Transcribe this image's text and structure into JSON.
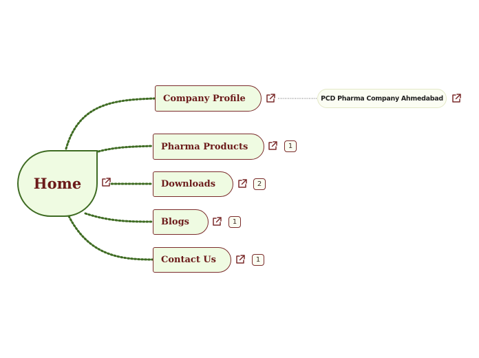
{
  "root": {
    "label": "Home"
  },
  "topics": [
    {
      "label": "Company Profile"
    },
    {
      "label": "Pharma Products",
      "count": "1"
    },
    {
      "label": "Downloads",
      "count": "2"
    },
    {
      "label": "Blogs",
      "count": "1"
    },
    {
      "label": "Contact Us",
      "count": "1"
    }
  ],
  "subtopic": {
    "label": "PCD Pharma Company Ahmedabad"
  },
  "icons": {
    "link": "external-link-icon"
  },
  "colors": {
    "branch": "#3e6b22",
    "node_fill": "#effbe2",
    "node_border": "#7a2a2a",
    "text": "#6b1a1a"
  }
}
